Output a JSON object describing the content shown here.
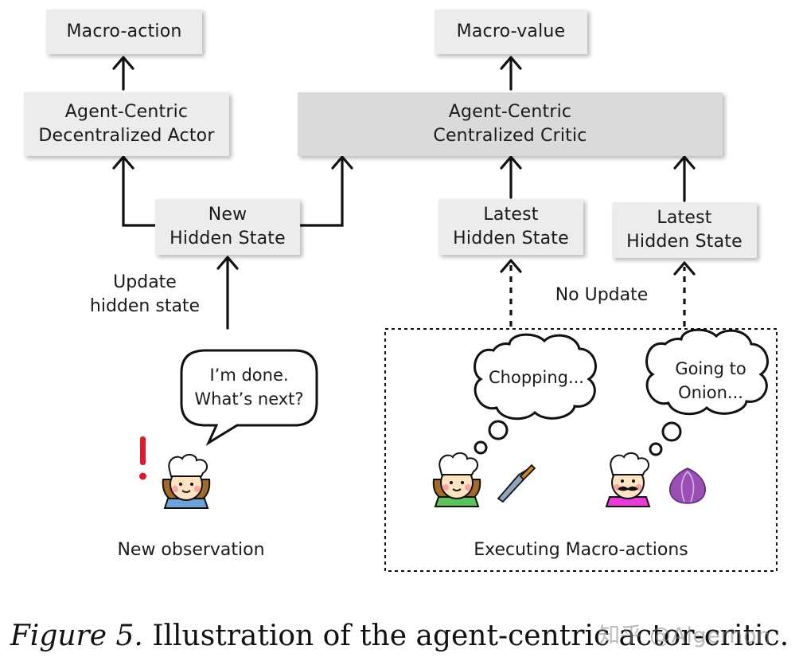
{
  "diagram": {
    "macro_action": "Macro-action",
    "macro_value": "Macro-value",
    "actor_line1": "Agent-Centric",
    "actor_line2": "Decentralized Actor",
    "critic_line1": "Agent-Centric",
    "critic_line2": "Centralized Critic",
    "new_hidden_line1": "New",
    "new_hidden_line2": "Hidden State",
    "latest1_line1": "Latest",
    "latest1_line2": "Hidden State",
    "latest2_line1": "Latest",
    "latest2_line2": "Hidden State",
    "update_line1": "Update",
    "update_line2": "hidden state",
    "no_update": "No Update",
    "speech_line1": "I’m done.",
    "speech_line2": "What’s next?",
    "exclaim": "!",
    "thought1": "Chopping...",
    "thought2_line1": "Going to",
    "thought2_line2": "Onion...",
    "new_observation": "New observation",
    "executing": "Executing Macro-actions"
  },
  "caption": {
    "figure": "Figure 5.",
    "text": "Illustration of the agent-centric actor-critic."
  },
  "watermark": "知乎 @Algernon",
  "colors": {
    "box": "#ececec",
    "critic_box": "#dadada",
    "exclaim": "#e0182b",
    "chef_shirt_girl": "#6fa3d8",
    "chef_shirt_boy": "#5cc25c",
    "chef_shirt_mustache": "#e83ad6",
    "onion": "#9a4fb5"
  },
  "icons": [
    "chef-girl-icon",
    "chef-boy-icon",
    "chef-mustache-icon",
    "knife-icon",
    "onion-icon",
    "exclamation-icon"
  ]
}
